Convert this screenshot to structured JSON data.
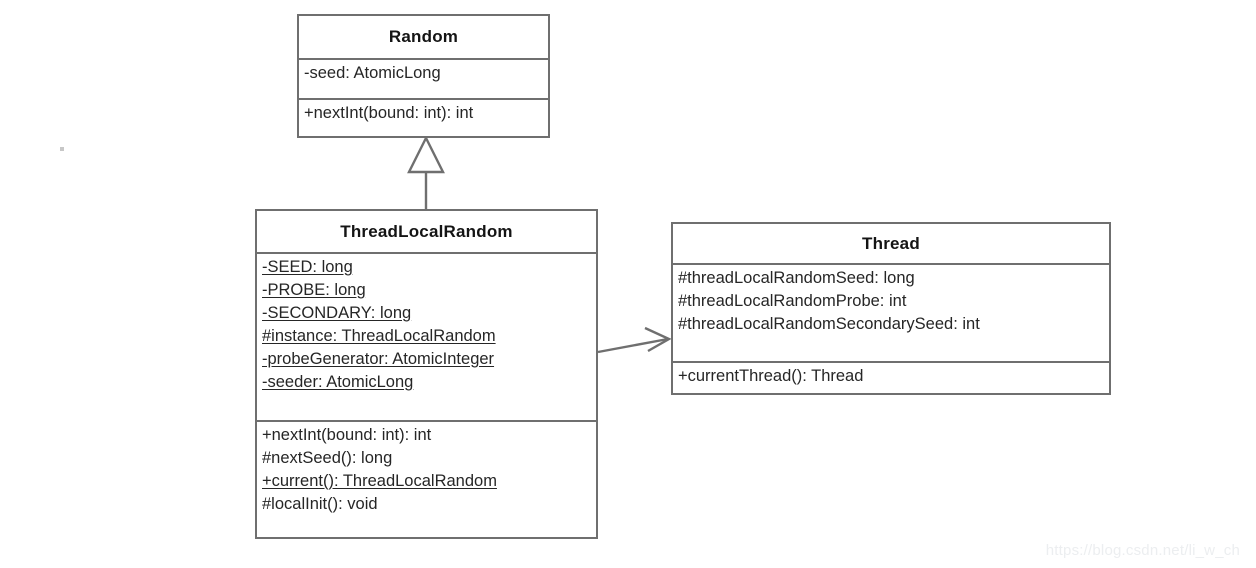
{
  "diagram": {
    "kind": "uml-class-diagram",
    "background_color": "#ffffff",
    "border_color": "#6f6f6f",
    "text_color": "#262626",
    "classes": [
      {
        "id": "random",
        "name": "Random",
        "attributes": [
          {
            "text": "-seed: AtomicLong",
            "static": false
          }
        ],
        "methods": [
          {
            "text": "+nextInt(bound: int): int",
            "static": false
          }
        ]
      },
      {
        "id": "threadlocalrandom",
        "name": "ThreadLocalRandom",
        "attributes": [
          {
            "text": "-SEED: long",
            "static": true
          },
          {
            "text": "-PROBE: long",
            "static": true
          },
          {
            "text": "-SECONDARY: long",
            "static": true
          },
          {
            "text": "#instance: ThreadLocalRandom",
            "static": true
          },
          {
            "text": "-probeGenerator: AtomicInteger",
            "static": true
          },
          {
            "text": "-seeder: AtomicLong",
            "static": true
          }
        ],
        "methods": [
          {
            "text": "+nextInt(bound: int): int",
            "static": false
          },
          {
            "text": "#nextSeed(): long",
            "static": false
          },
          {
            "text": "+current(): ThreadLocalRandom",
            "static": true
          },
          {
            "text": "#localInit(): void",
            "static": false
          }
        ]
      },
      {
        "id": "thread",
        "name": "Thread",
        "attributes": [
          {
            "text": "#threadLocalRandomSeed: long",
            "static": false
          },
          {
            "text": "#threadLocalRandomProbe: int",
            "static": false
          },
          {
            "text": "#threadLocalRandomSecondarySeed: int",
            "static": false
          }
        ],
        "methods": [
          {
            "text": "+currentThread(): Thread",
            "static": false
          }
        ]
      }
    ],
    "relationships": [
      {
        "id": "generalization",
        "type": "generalization",
        "from": "ThreadLocalRandom",
        "to": "Random",
        "arrowhead": "hollow-triangle"
      },
      {
        "id": "association",
        "type": "association",
        "from": "ThreadLocalRandom",
        "to": "Thread",
        "arrowhead": "open-arrow"
      }
    ]
  },
  "watermark": {
    "text": "https://blog.csdn.net/li_w_ch"
  }
}
